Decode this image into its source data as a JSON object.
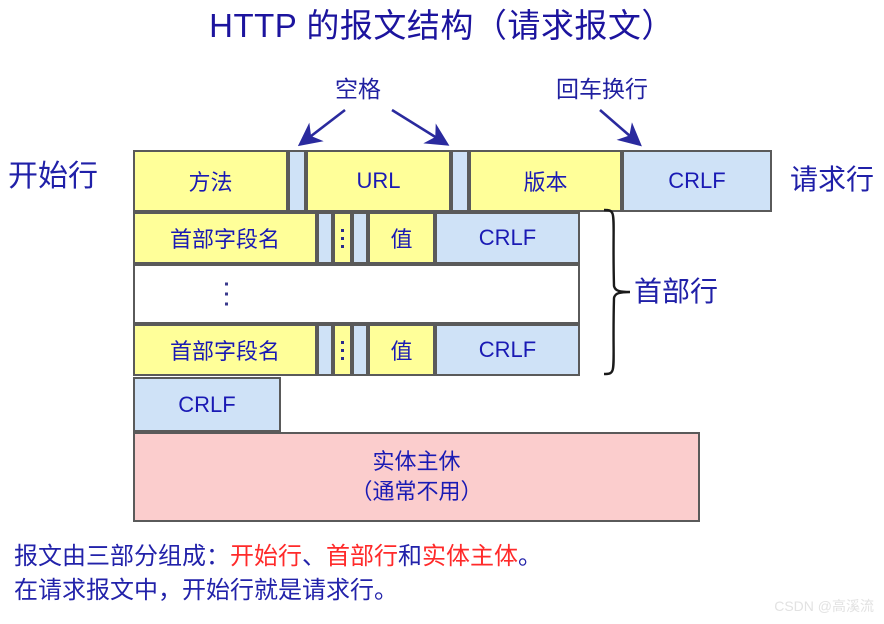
{
  "title": "HTTP 的报文结构（请求报文）",
  "callouts": {
    "space": "空格",
    "crlf": "回车换行"
  },
  "side_labels": {
    "start_line": "开始行",
    "request_line": "请求行",
    "header_lines": "首部行"
  },
  "diagram": {
    "request_line_row": [
      {
        "text": "方法",
        "fill": "yellow"
      },
      {
        "text": "",
        "fill": "blue"
      },
      {
        "text": "URL",
        "fill": "yellow"
      },
      {
        "text": "",
        "fill": "blue"
      },
      {
        "text": "版本",
        "fill": "yellow"
      },
      {
        "text": "CRLF",
        "fill": "blue"
      }
    ],
    "header_row_1": [
      {
        "text": "首部字段名",
        "fill": "yellow"
      },
      {
        "text": "",
        "fill": "blue"
      },
      {
        "text": ":",
        "fill": "yellow"
      },
      {
        "text": "",
        "fill": "blue"
      },
      {
        "text": "值",
        "fill": "yellow"
      },
      {
        "text": "CRLF",
        "fill": "blue"
      }
    ],
    "ellipsis_row": {
      "text": "⋮",
      "fill": "white"
    },
    "header_row_2": [
      {
        "text": "首部字段名",
        "fill": "yellow"
      },
      {
        "text": "",
        "fill": "blue"
      },
      {
        "text": ":",
        "fill": "yellow"
      },
      {
        "text": "",
        "fill": "blue"
      },
      {
        "text": "值",
        "fill": "yellow"
      },
      {
        "text": "CRLF",
        "fill": "blue"
      }
    ],
    "blank_line_row": {
      "text": "CRLF",
      "fill": "blue"
    },
    "entity_body": {
      "line1": "实体主休",
      "line2": "（通常不用）",
      "fill": "pink"
    }
  },
  "caption": {
    "line1_prefix": "报文由三部分组成：",
    "line1_hl1": "开始行",
    "line1_sep1": "、",
    "line1_hl2": "首部行",
    "line1_sep2": "和",
    "line1_hl3": "实体主体",
    "line1_suffix": "。",
    "line2": "在请求报文中，开始行就是请求行。"
  },
  "watermark": "CSDN @高溪流",
  "colors": {
    "title": "#1c149e",
    "text_blue": "#1a1ab4",
    "highlight_red": "#ff2a2a",
    "cell_yellow": "#ffff99",
    "cell_blue": "#cfe2f7",
    "cell_pink": "#fbcdcd",
    "cell_border": "#5a5a5a",
    "arrow": "#2a2a9e"
  }
}
